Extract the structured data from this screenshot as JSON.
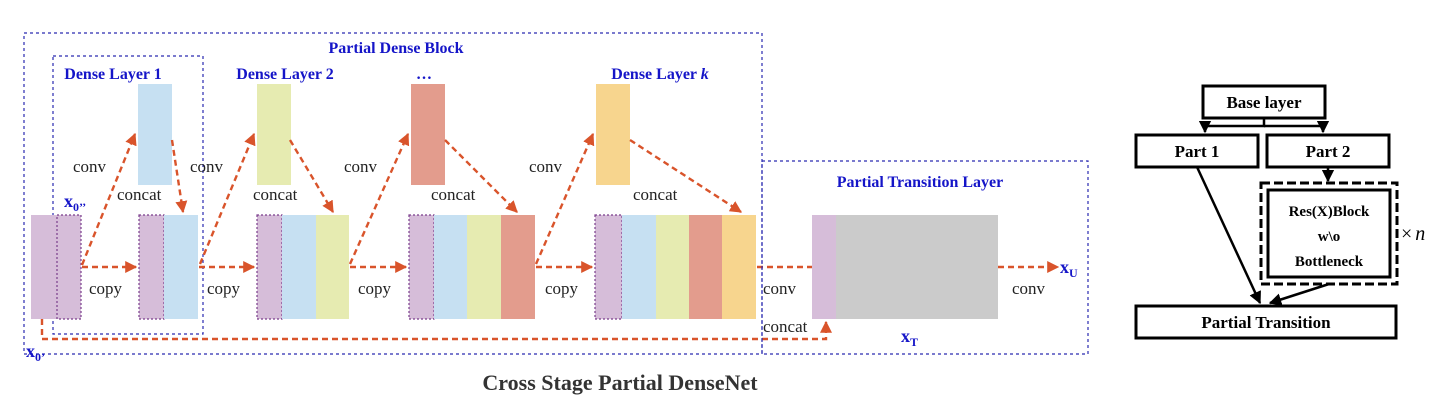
{
  "colors": {
    "blue_label": "#1515c8",
    "arrow": "#d9542b",
    "box_blue": "#c6e0f2",
    "box_yellow": "#e6ebb1",
    "box_red": "#e39c8d",
    "box_orange": "#f7d58e",
    "box_purple": "#d6bdd9",
    "box_gray": "#cbcbcb",
    "dashed_border": "#2a2ab0",
    "right_black": "#000000"
  },
  "left": {
    "block_title": "Partial Dense Block",
    "transition_title": "Partial Transition Layer",
    "layer_labels": [
      "Dense Layer 1",
      "Dense Layer 2",
      "…",
      "Dense Layer "
    ],
    "layer_k_suffix": "k",
    "conv_labels": [
      "conv",
      "conv",
      "conv",
      "conv"
    ],
    "concat_labels": [
      "concat",
      "concat",
      "concat",
      "concat"
    ],
    "copy_labels": [
      "copy",
      "copy",
      "copy",
      "copy"
    ],
    "transition_conv_left": "conv",
    "transition_conv_right": "conv",
    "transition_concat": "concat",
    "x0_double": {
      "base": "x",
      "sub": "0’’"
    },
    "x0_single": {
      "base": "x",
      "sub": "0’"
    },
    "xU": {
      "base": "x",
      "sub": "U"
    },
    "xT": {
      "base": "x",
      "sub": "T"
    },
    "caption": "Cross Stage Partial DenseNet"
  },
  "right": {
    "base_layer": "Base layer",
    "part1": "Part 1",
    "part2": "Part 2",
    "res_block_lines": [
      "Res(X)Block",
      "w\\o",
      "Bottleneck"
    ],
    "times_n_symbol": "×",
    "times_n_var": "n",
    "partial_transition": "Partial Transition"
  }
}
